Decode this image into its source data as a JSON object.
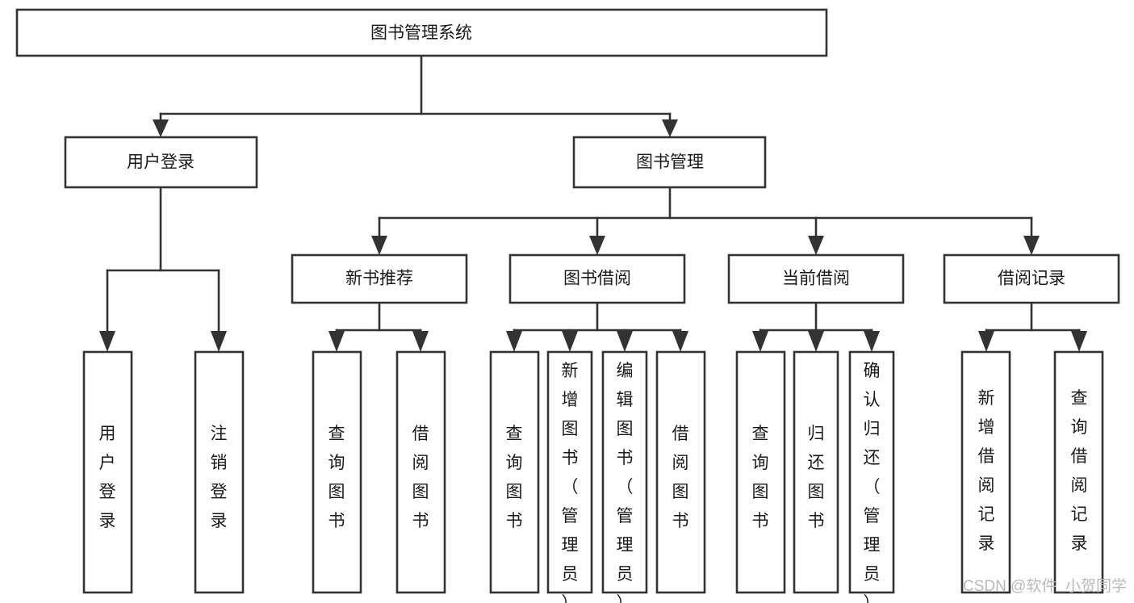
{
  "diagram": {
    "type": "hierarchy-tree",
    "title_node": {
      "id": "root",
      "label": "图书管理系统"
    },
    "levels": [
      {
        "level": 1,
        "nodes": [
          {
            "id": "root",
            "label": "图书管理系统",
            "orientation": "horizontal"
          }
        ]
      },
      {
        "level": 2,
        "nodes": [
          {
            "id": "user-login",
            "label": "用户登录",
            "orientation": "horizontal",
            "parent": "root"
          },
          {
            "id": "book-manage",
            "label": "图书管理",
            "orientation": "horizontal",
            "parent": "root"
          }
        ]
      },
      {
        "level": 3,
        "nodes": [
          {
            "id": "new-book-rec",
            "label": "新书推荐",
            "orientation": "horizontal",
            "parent": "book-manage"
          },
          {
            "id": "book-borrow",
            "label": "图书借阅",
            "orientation": "horizontal",
            "parent": "book-manage"
          },
          {
            "id": "current-borrow",
            "label": "当前借阅",
            "orientation": "horizontal",
            "parent": "book-manage"
          },
          {
            "id": "borrow-record",
            "label": "借阅记录",
            "orientation": "horizontal",
            "parent": "book-manage"
          }
        ]
      },
      {
        "level": 4,
        "nodes": [
          {
            "id": "leaf-user-login",
            "label": "用户登录",
            "orientation": "vertical",
            "parent": "user-login"
          },
          {
            "id": "leaf-logout",
            "label": "注销登录",
            "orientation": "vertical",
            "parent": "user-login"
          },
          {
            "id": "leaf-query-book-1",
            "label": "查询图书",
            "orientation": "vertical",
            "parent": "new-book-rec"
          },
          {
            "id": "leaf-borrow-book-1",
            "label": "借阅图书",
            "orientation": "vertical",
            "parent": "new-book-rec"
          },
          {
            "id": "leaf-query-book-2",
            "label": "查询图书",
            "orientation": "vertical",
            "parent": "book-borrow"
          },
          {
            "id": "leaf-add-book",
            "label": "新增图书（管理员）",
            "orientation": "vertical",
            "parent": "book-borrow"
          },
          {
            "id": "leaf-edit-book",
            "label": "编辑图书（管理员）",
            "orientation": "vertical",
            "parent": "book-borrow"
          },
          {
            "id": "leaf-borrow-book-2",
            "label": "借阅图书",
            "orientation": "vertical",
            "parent": "book-borrow"
          },
          {
            "id": "leaf-query-book-3",
            "label": "查询图书",
            "orientation": "vertical",
            "parent": "current-borrow"
          },
          {
            "id": "leaf-return-book",
            "label": "归还图书",
            "orientation": "vertical",
            "parent": "current-borrow"
          },
          {
            "id": "leaf-confirm-return",
            "label": "确认归还（管理员）",
            "orientation": "vertical",
            "parent": "current-borrow"
          },
          {
            "id": "leaf-add-record",
            "label": "新增借阅记录",
            "orientation": "vertical",
            "parent": "borrow-record"
          },
          {
            "id": "leaf-query-record",
            "label": "查询借阅记录",
            "orientation": "vertical",
            "parent": "borrow-record"
          }
        ]
      }
    ],
    "colors": {
      "box_stroke": "#333333",
      "box_fill": "#ffffff",
      "text": "#1a1a1a",
      "connector": "#333333",
      "watermark": "#b9b9b9",
      "background": "#ffffff"
    }
  },
  "watermark": {
    "label": "CSDN @软件_小贺同学"
  }
}
